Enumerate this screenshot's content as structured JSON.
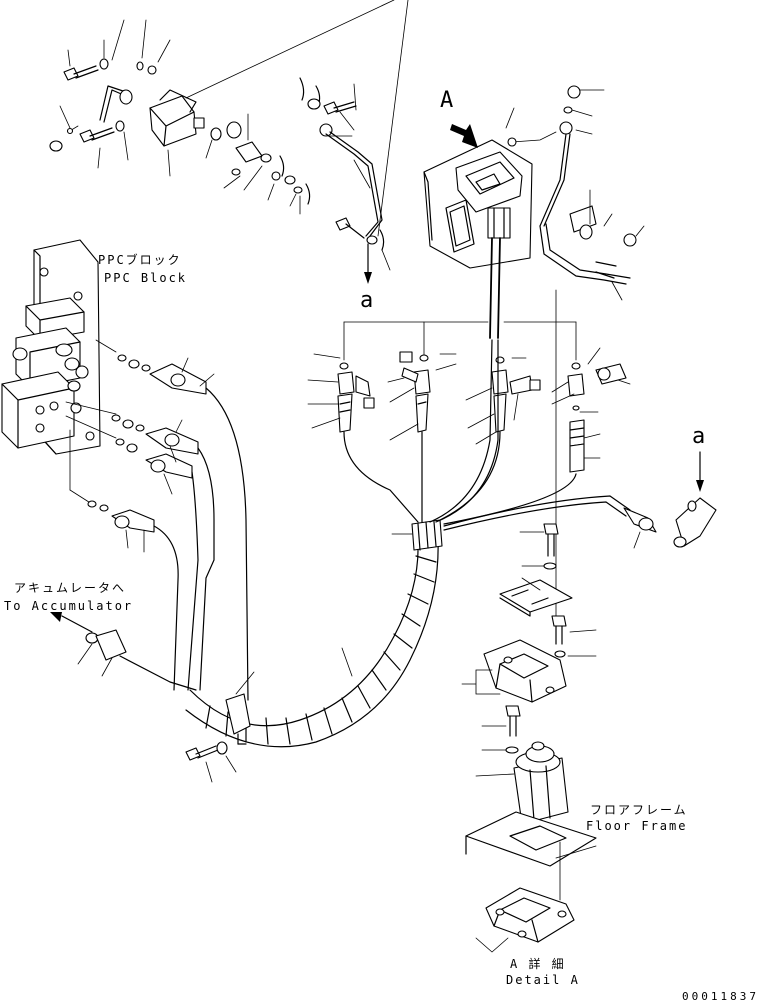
{
  "labels": {
    "ppc_block_jp": "PPCブロック",
    "ppc_block_en": "PPC Block",
    "to_accumulator_jp": "アキュムレータへ",
    "to_accumulator_en": "To Accumulator",
    "floor_frame_jp": "フロアフレーム",
    "floor_frame_en": "Floor Frame",
    "detail_a_jp": "A 詳 細",
    "detail_a_en": "Detail A",
    "view_a_upper": "A",
    "ref_a_mid": "a",
    "ref_a_right": "a",
    "drawing_number": "00011837"
  }
}
